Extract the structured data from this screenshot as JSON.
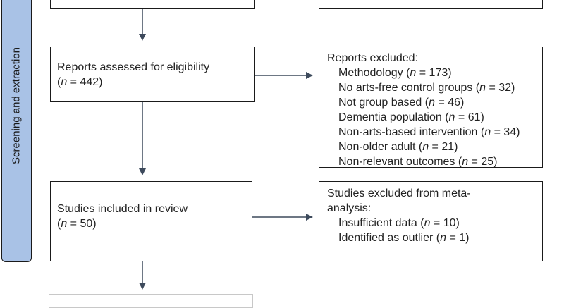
{
  "sidebar": {
    "label": "Screening and extraction"
  },
  "boxes": {
    "assessed": {
      "line1": "Reports assessed for eligibility",
      "n": "442"
    },
    "included": {
      "line1": "Studies included in review",
      "n": "50"
    },
    "reports_excluded": {
      "title": "Reports excluded:",
      "items": [
        {
          "label": "Methodology",
          "n": "173"
        },
        {
          "label": "No arts-free control groups",
          "n": "32"
        },
        {
          "label": "Not group based",
          "n": "46"
        },
        {
          "label": "Dementia population",
          "n": "61"
        },
        {
          "label": "Non-arts-based intervention",
          "n": "34"
        },
        {
          "label": "Non-older adult",
          "n": "21"
        },
        {
          "label": "Non-relevant outcomes",
          "n": "25"
        }
      ]
    },
    "meta_excluded": {
      "title_line1": "Studies excluded from meta-",
      "title_line2": "analysis:",
      "items": [
        {
          "label": "Insufficient data",
          "n": "10"
        },
        {
          "label": "Identified as outlier",
          "n": "1"
        }
      ]
    }
  },
  "colors": {
    "sidebar": "#a9c2e6",
    "arrow": "#3d4a5c",
    "border": "#1a1a1a"
  }
}
